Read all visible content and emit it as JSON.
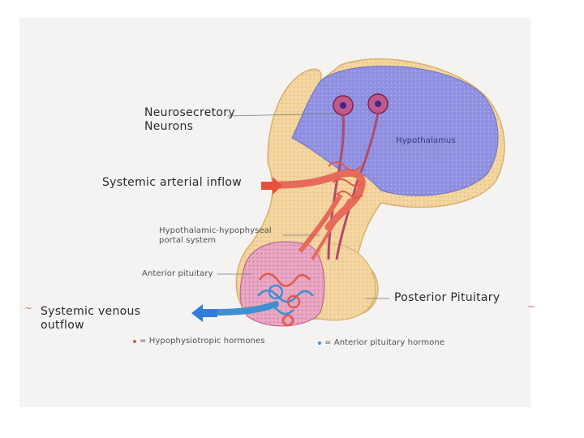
{
  "labels": {
    "neurosecretory": "Neurosecretory\nNeurons",
    "hypothalamus": "Hypothalamus",
    "arterial_inflow": "Systemic  arterial inflow",
    "portal_system": "Hypothalamic-hypophyseal\nportal system",
    "anterior_pituitary": "Anterior pituitary",
    "posterior_pituitary": "Posterior  Pituitary",
    "venous_outflow": "Systemic  venous\noutflow",
    "legend_hypo": "= Hypophysiotropic hormones",
    "legend_anterior": "= Anterior pituitary hormone"
  },
  "colors": {
    "hypothalamus_fill": "#8f8fe0",
    "tissue_fill": "#f3d79c",
    "vessel_red": "#e86a5a",
    "vessel_blue": "#3f8fd0",
    "arrow_red": "#e8503c",
    "arrow_blue": "#2f7fd8",
    "anterior_fill": "#e9a9c4"
  }
}
